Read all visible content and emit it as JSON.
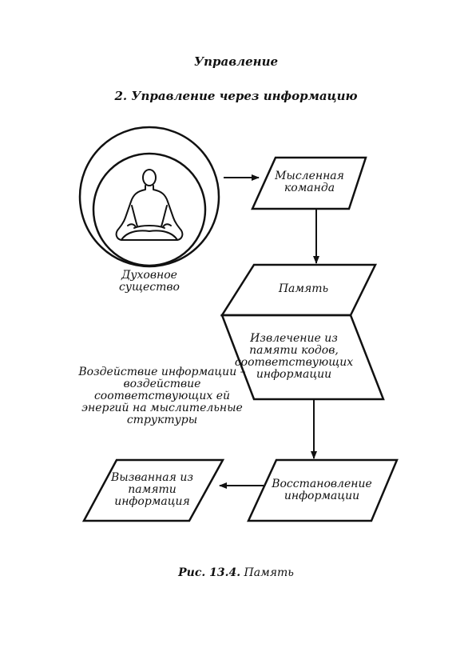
{
  "header": {
    "title": "Управление",
    "subtitle": "2. Управление через информацию"
  },
  "diagram": {
    "being_label": "Духовное\nсущество",
    "mental_command": "Мысленная\nкоманда",
    "memory": "Память",
    "extraction": "Извлечение из\nпамяти кодов,\nсоответствующих\nинформации",
    "influence_note": "Воздействие информации –\nвоздействие\nсоответствующих ей\nэнергий на мыслительные\nструктуры",
    "restoration": "Восстановление\nинформации",
    "recalled": "Вызванная из\nпамяти\nинформация"
  },
  "caption": {
    "fig_number": "Рис. 13.4.",
    "fig_title": "Память"
  }
}
